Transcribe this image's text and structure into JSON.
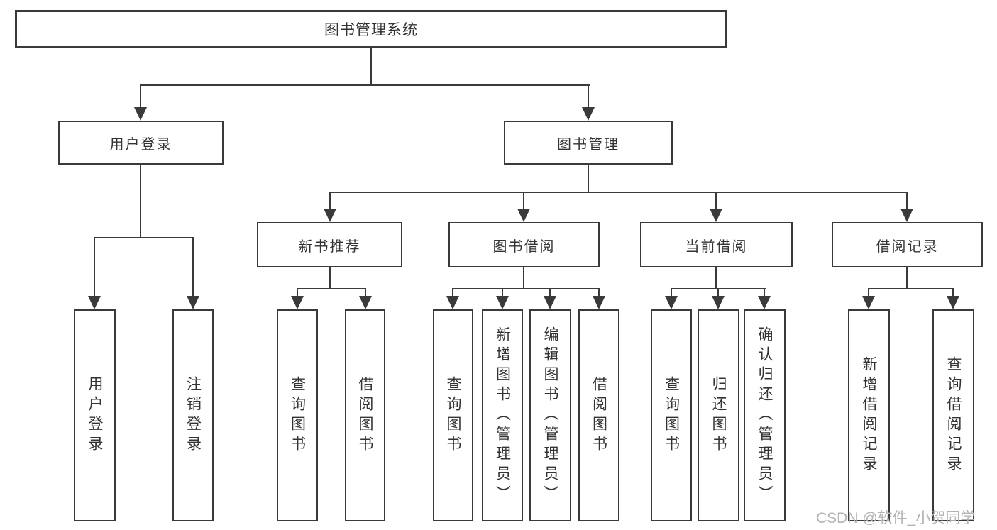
{
  "diagram": {
    "root": {
      "label": "图书管理系统"
    },
    "branches": [
      {
        "label": "用户登录"
      },
      {
        "label": "图书管理"
      }
    ],
    "modules": [
      {
        "label": "新书推荐",
        "parent": "图书管理"
      },
      {
        "label": "图书借阅",
        "parent": "图书管理"
      },
      {
        "label": "当前借阅",
        "parent": "图书管理"
      },
      {
        "label": "借阅记录",
        "parent": "图书管理"
      }
    ],
    "leaves": [
      {
        "label": "用户登录",
        "parent": "用户登录"
      },
      {
        "label": "注销登录",
        "parent": "用户登录"
      },
      {
        "label": "查询图书",
        "parent": "新书推荐"
      },
      {
        "label": "借阅图书",
        "parent": "新书推荐"
      },
      {
        "label": "查询图书",
        "parent": "图书借阅"
      },
      {
        "label": "新增图书（管理员）",
        "parent": "图书借阅"
      },
      {
        "label": "编辑图书（管理员）",
        "parent": "图书借阅"
      },
      {
        "label": "借阅图书",
        "parent": "图书借阅"
      },
      {
        "label": "查询图书",
        "parent": "当前借阅"
      },
      {
        "label": "归还图书",
        "parent": "当前借阅"
      },
      {
        "label": "确认归还（管理员）",
        "parent": "当前借阅"
      },
      {
        "label": "新增借阅记录",
        "parent": "借阅记录"
      },
      {
        "label": "查询借阅记录",
        "parent": "借阅记录"
      }
    ]
  },
  "watermark": {
    "text": "CSDN @软件_小贺同学"
  },
  "colors": {
    "line": "#3a3a3a",
    "text": "#333333",
    "watermark": "#b3b3b3",
    "background": "#ffffff"
  }
}
